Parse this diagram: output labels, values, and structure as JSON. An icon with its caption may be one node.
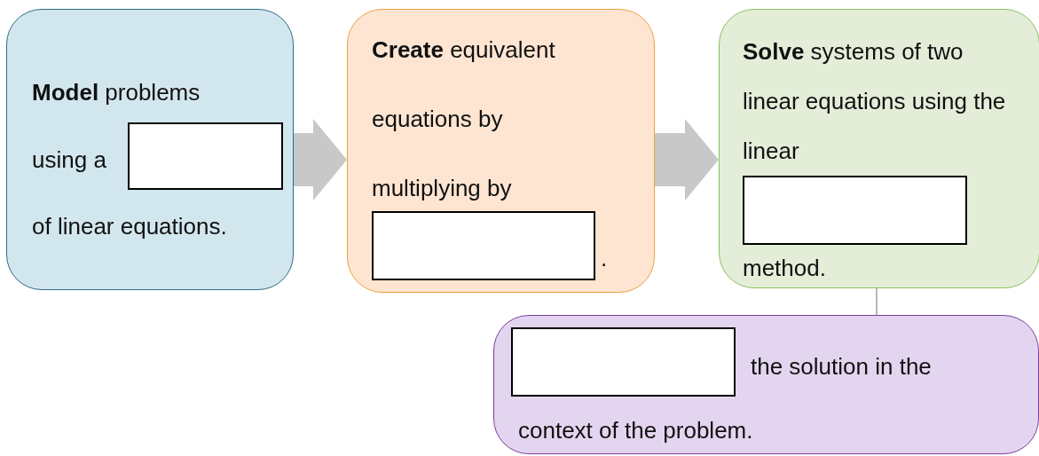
{
  "diagram": {
    "nodes": [
      {
        "text": [
          "**Model** problems using a",
          "of linear equations."
        ]
      },
      {
        "text": [
          "**Create** equivalent equations by multiplying by",
          "."
        ]
      },
      {
        "text": [
          "**Solve** systems of two linear equations using the linear",
          "method."
        ]
      },
      {
        "text": [
          "the solution in the context of the problem."
        ]
      }
    ],
    "edges": [
      {
        "from": 0,
        "to": 1,
        "arrow": "to",
        "style": "thick"
      },
      {
        "from": 1,
        "to": 2,
        "arrow": "to",
        "style": "thick"
      },
      {
        "from": 2,
        "to": 3,
        "arrow": "none"
      }
    ]
  }
}
